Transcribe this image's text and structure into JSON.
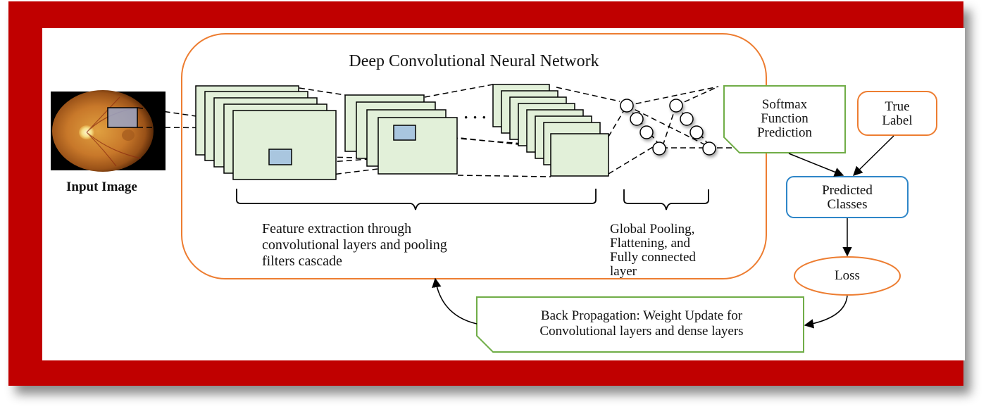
{
  "title": "Deep Convolutional Neural Network",
  "input_label": "Input Image",
  "feature_caption": [
    "Feature extraction through",
    "convolutional layers and pooling",
    "filters cascade"
  ],
  "pooling_caption": [
    "Global Pooling,",
    "Flattening, and",
    "Fully connected",
    "layer"
  ],
  "softmax_label": [
    "Softmax",
    "Function",
    "Prediction"
  ],
  "true_label": [
    "True",
    "Label"
  ],
  "predicted_label": [
    "Predicted",
    "Classes"
  ],
  "loss_label": "Loss",
  "backprop_label": [
    "Back Propagation: Weight Update for",
    "Convolutional layers and dense layers"
  ],
  "ellipsis": "· · ·",
  "colors": {
    "frame": "#c00000",
    "network_border": "#ed7d31",
    "feature_map_fill": "#e2f0d9",
    "patch_fill": "#a9c6df",
    "softmax_border": "#70ad47",
    "predicted_border": "#2e86c8",
    "loss_border": "#ed7d31"
  }
}
